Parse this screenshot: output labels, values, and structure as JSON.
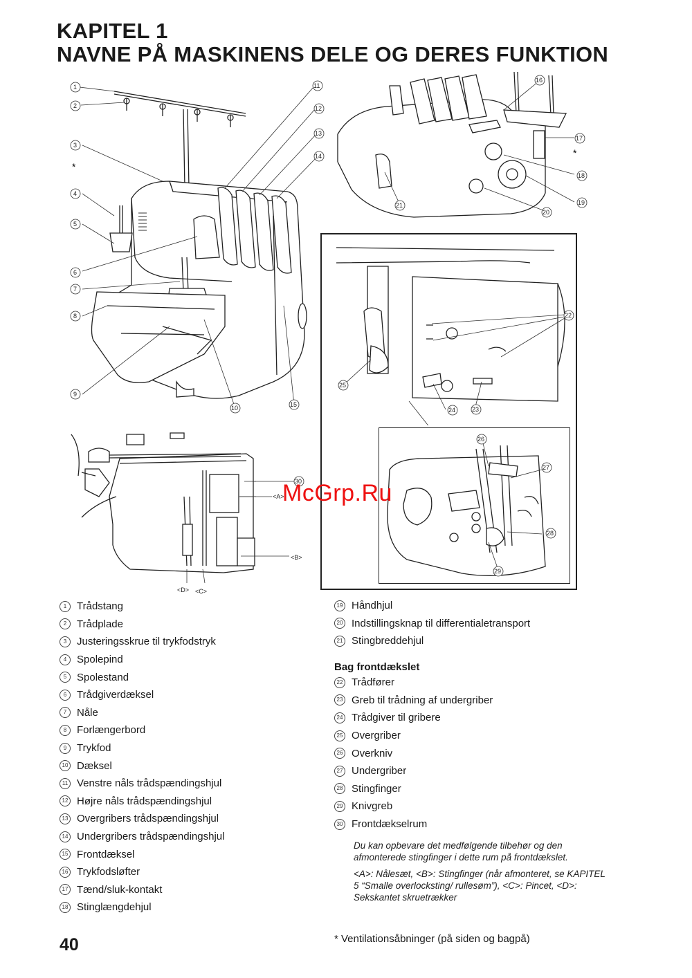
{
  "header": {
    "line1": "KAPITEL 1",
    "line2": "NAVNE PÅ MASKINENS DELE OG DERES FUNKTION"
  },
  "figure_labels": {
    "asterisk": "*",
    "A": "<A>",
    "B": "<B>",
    "C": "<C>",
    "D": "<D>"
  },
  "parts_left": [
    {
      "num": "1",
      "label": "Trådstang"
    },
    {
      "num": "2",
      "label": "Trådplade"
    },
    {
      "num": "3",
      "label": "Justeringsskrue til trykfodstryk"
    },
    {
      "num": "4",
      "label": "Spolepind"
    },
    {
      "num": "5",
      "label": "Spolestand"
    },
    {
      "num": "6",
      "label": "Trådgiverdæksel"
    },
    {
      "num": "7",
      "label": "Nåle"
    },
    {
      "num": "8",
      "label": "Forlængerbord"
    },
    {
      "num": "9",
      "label": "Trykfod"
    },
    {
      "num": "10",
      "label": "Dæksel"
    },
    {
      "num": "11",
      "label": "Venstre nåls trådspændingshjul"
    },
    {
      "num": "12",
      "label": "Højre nåls trådspændingshjul"
    },
    {
      "num": "13",
      "label": "Overgribers trådspændingshjul"
    },
    {
      "num": "14",
      "label": "Undergribers trådspændingshjul"
    },
    {
      "num": "15",
      "label": "Frontdæksel"
    },
    {
      "num": "16",
      "label": "Trykfodsløfter"
    },
    {
      "num": "17",
      "label": "Tænd/sluk-kontakt"
    },
    {
      "num": "18",
      "label": "Stinglængdehjul"
    }
  ],
  "parts_right_top": [
    {
      "num": "19",
      "label": "Håndhjul"
    },
    {
      "num": "20",
      "label": "Indstillingsknap til differentialetransport"
    },
    {
      "num": "21",
      "label": "Stingbreddehjul"
    }
  ],
  "subheading": "Bag frontdækslet",
  "parts_right_bottom": [
    {
      "num": "22",
      "label": "Trådfører"
    },
    {
      "num": "23",
      "label": "Greb til trådning af undergriber"
    },
    {
      "num": "24",
      "label": "Trådgiver til gribere"
    },
    {
      "num": "25",
      "label": "Overgriber"
    },
    {
      "num": "26",
      "label": "Overkniv"
    },
    {
      "num": "27",
      "label": "Undergriber"
    },
    {
      "num": "28",
      "label": "Stingfinger"
    },
    {
      "num": "29",
      "label": "Knivgreb"
    },
    {
      "num": "30",
      "label": "Frontdækselrum"
    }
  ],
  "note1": "Du kan opbevare det medfølgende tilbehør og den afmonterede stingfinger i dette rum på frontdækslet.",
  "note2": "<A>: Nålesæt, <B>: Stingfinger (når afmonteret, se KAPITEL 5 “Smalle overlocksting/ rullesøm”), <C>: Pincet, <D>: Sekskantet skruetrækker",
  "footnote": "* Ventilationsåbninger (på siden og bagpå)",
  "page_number": "40",
  "watermark": "McGrp.Ru"
}
